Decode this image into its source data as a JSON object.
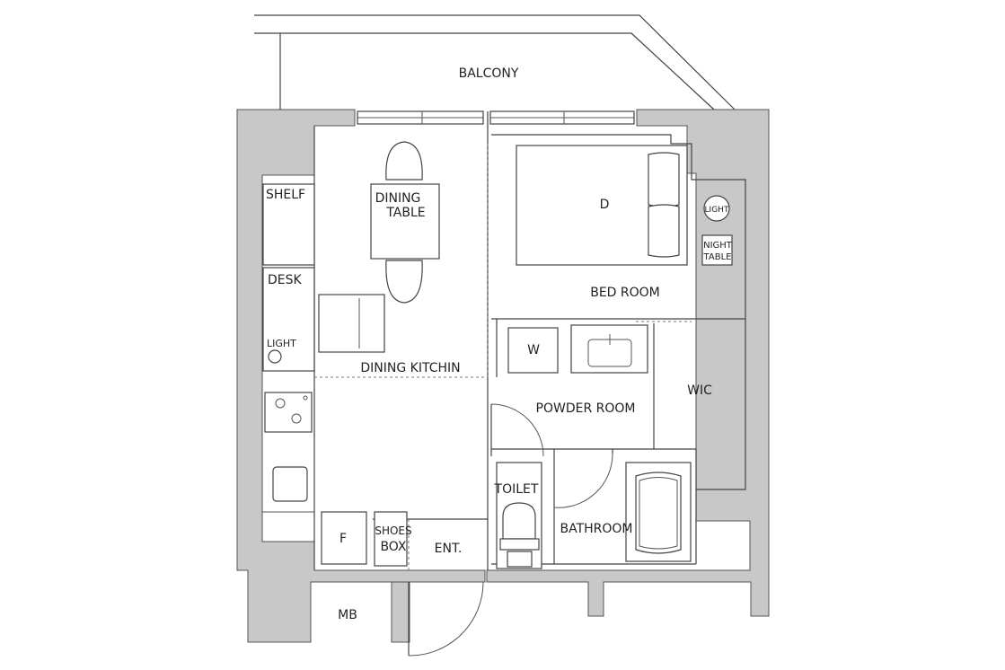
{
  "labels": {
    "balcony": "BALCONY",
    "shelf": "SHELF",
    "dining_table_1": "DINING",
    "dining_table_2": "TABLE",
    "desk": "DESK",
    "light_left": "LIGHT",
    "dining_kitchin": "DINING KITCHIN",
    "bed": "D",
    "light_right": "LIGHT",
    "night_table_1": "NIGHT",
    "night_table_2": "TABLE",
    "bed_room": "BED ROOM",
    "washer": "W",
    "powder_room": "POWDER ROOM",
    "wic": "WIC",
    "toilet": "TOILET",
    "bathroom": "BATHROOM",
    "fridge": "F",
    "shoes_box_1": "SHOES",
    "shoes_box_2": "BOX",
    "entrance": "ENT.",
    "mb": "MB"
  }
}
